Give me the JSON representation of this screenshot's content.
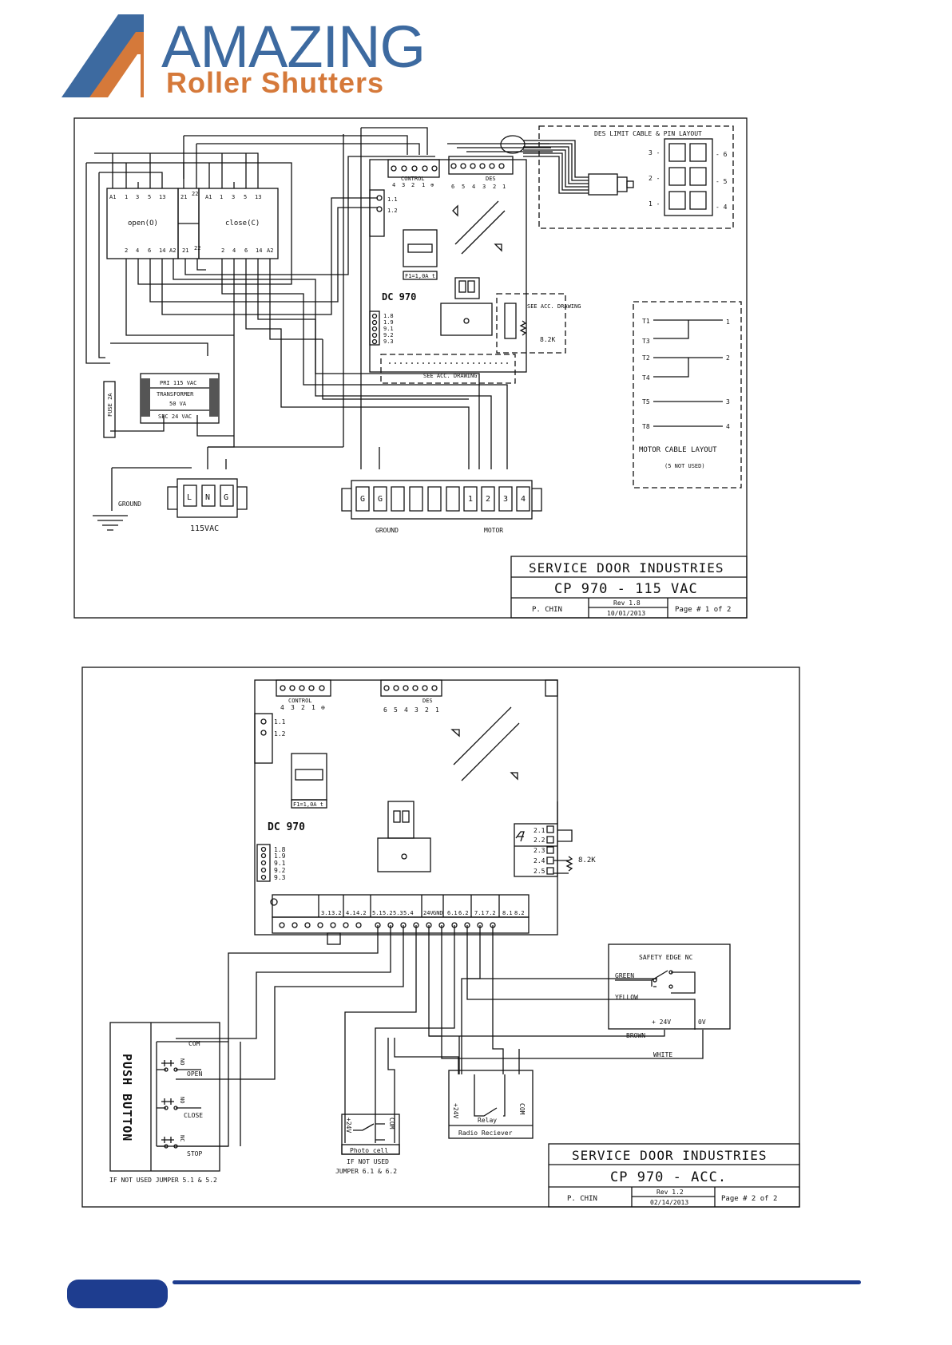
{
  "brand": {
    "name_line1": "AMAZING",
    "name_line2": "Roller Shutters",
    "colors": {
      "blue": "#3d6aa0",
      "orange": "#d5793a",
      "navy": "#1e3d8f"
    }
  },
  "sheet1": {
    "control_label": "CONTROL",
    "control_pins": [
      "4",
      "3",
      "2",
      "1",
      "⊕"
    ],
    "des_label": "DES",
    "des_pins": [
      "6",
      "5",
      "4",
      "3",
      "2",
      "1"
    ],
    "des_limit_title": "DES LIMIT CABLE & PIN LAYOUT",
    "des_pin_left": [
      "3 -",
      "2 -",
      "1 -"
    ],
    "des_pin_right": [
      "- 6",
      "- 5",
      "- 4"
    ],
    "open_contactor": "open(O)",
    "close_contactor": "close(C)",
    "top_pins_open": [
      "A1",
      "1",
      "3",
      "5",
      "13",
      "21",
      "22"
    ],
    "top_pins_close": [
      "A1",
      "1",
      "3",
      "5",
      "13"
    ],
    "bottom_pins_open": [
      "2",
      "4",
      "6",
      "14",
      "A2",
      "21",
      "22"
    ],
    "bottom_pins_close": [
      "2",
      "4",
      "6",
      "14",
      "A2"
    ],
    "terminal_11_12": [
      "1.1",
      "1.2"
    ],
    "fuse_label": "F1=1,0A t",
    "board_name": "DC 970",
    "terminal_18_93": [
      "1.8",
      "1.9",
      "9.1",
      "9.2",
      "9.3"
    ],
    "see_acc_drawing": "SEE ACC. DRAWING",
    "see_acc_drawing_bottom": "SEE ACC. DRAWING",
    "resistor_label": "8.2K",
    "motor_cable_left": [
      "T1",
      "T3",
      "T2",
      "T4",
      "T5",
      "T8"
    ],
    "motor_cable_right": [
      "1",
      "2",
      "3",
      "4"
    ],
    "motor_cable_title": "MOTOR CABLE LAYOUT",
    "motor_cable_note": "(5 NOT USED)",
    "transformer_pri": "PRI  115 VAC",
    "transformer_name": "TRANSFORMER",
    "transformer_va": "50 VA",
    "transformer_sec": "SEC  24 VAC",
    "fuse_side": "FUSE 2A",
    "supply_terminals": [
      "L",
      "N",
      "G"
    ],
    "supply_label": "115VAC",
    "ground_label": "GROUND",
    "motor_terminals": [
      "G",
      "G",
      "",
      "",
      "",
      "",
      "1",
      "2",
      "3",
      "4"
    ],
    "motor_ground_label": "GROUND",
    "motor_label": "MOTOR",
    "title_block": {
      "company": "SERVICE DOOR INDUSTRIES",
      "drawing": "CP 970 - 115 VAC",
      "author": "P. CHIN",
      "rev": "Rev 1.8",
      "date": "10/01/2013",
      "page": "Page # 1 of 2"
    }
  },
  "sheet2": {
    "control_label": "CONTROL",
    "control_pins": [
      "4",
      "3",
      "2",
      "1",
      "⊕"
    ],
    "des_label": "DES",
    "des_pins": [
      "6",
      "5",
      "4",
      "3",
      "2",
      "1"
    ],
    "terminal_11_12": [
      "1.1",
      "1.2"
    ],
    "fuse_label": "F1=1,0A t",
    "board_name": "DC 970",
    "terminal_18_93": [
      "1.8",
      "1.9",
      "9.1",
      "9.2",
      "9.3"
    ],
    "terminal_21_25": [
      "2.1",
      "2.2",
      "2.3",
      "2.4",
      "2.5"
    ],
    "resistor_label": "8.2K",
    "bottom_strip": [
      "3.1",
      "3.2",
      "4.1",
      "4.2",
      "5.1",
      "5.2",
      "5.3",
      "5.4",
      "24V",
      "GND",
      "6.1",
      "6.2",
      "7.1",
      "7.2",
      "8.1",
      "8.2"
    ],
    "safety_edge_title": "SAFETY EDGE  NC",
    "green": "GREEN",
    "yellow": "YELLOW",
    "plus24": "+ 24V",
    "zero_v": "0V",
    "brown": "BROWN",
    "white": "WHITE",
    "push_button": "PUSH BUTTON",
    "pb_com": "COM",
    "pb_open": "OPEN",
    "pb_close": "CLOSE",
    "pb_stop": "STOP",
    "pb_no1": "NO",
    "pb_no2": "NO",
    "pb_nc": "NC",
    "pb_note": "IF NOT USED JUMPER 5.1 & 5.2",
    "photo_plus24": "+24V",
    "photo_com": "COM",
    "photo_label": "Photo cell",
    "photo_note1": "IF NOT USED",
    "photo_note2": "JUMPER 6.1 & 6.2",
    "radio_plus24": "+24V",
    "radio_com": "COM",
    "radio_relay": "Relay",
    "radio_label": "Radio Reciever",
    "title_block": {
      "company": "SERVICE DOOR INDUSTRIES",
      "drawing": "CP 970 -   ACC.",
      "author": "P. CHIN",
      "rev": "Rev 1.2",
      "date": "02/14/2013",
      "page": "Page # 2 of 2"
    }
  }
}
